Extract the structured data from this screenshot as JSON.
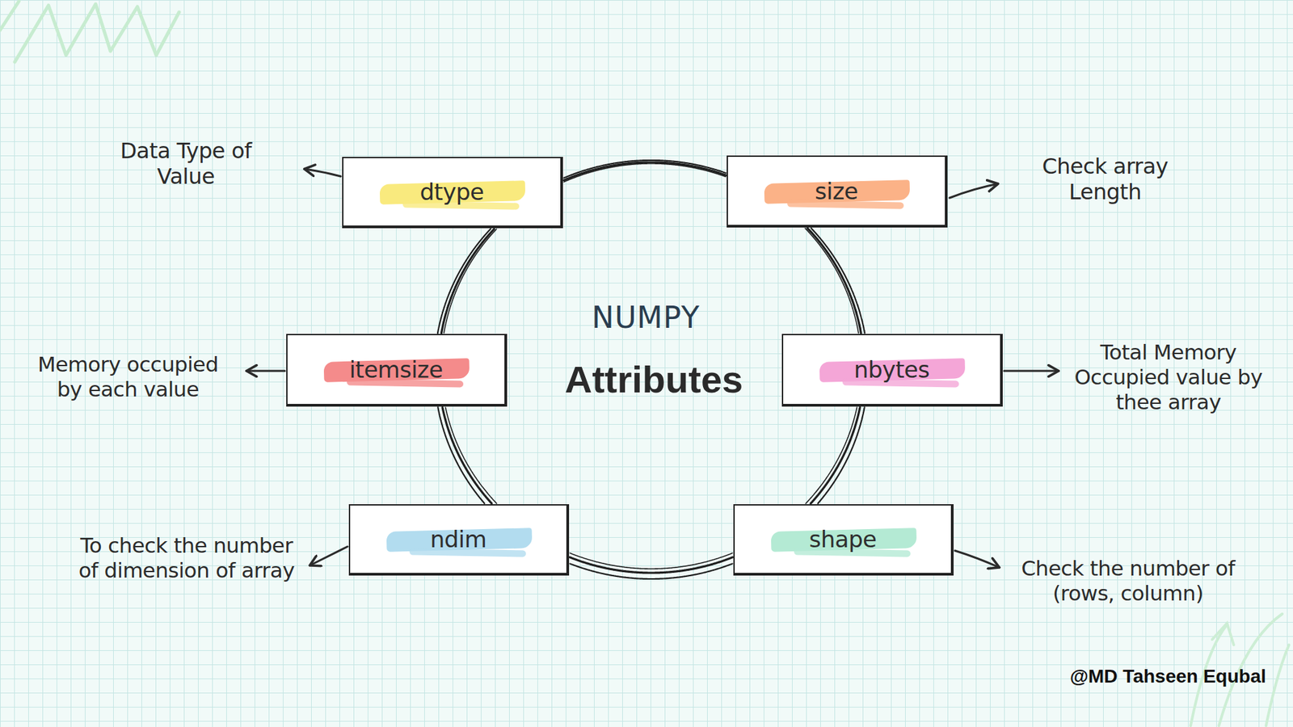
{
  "diagram": {
    "nodes": [
      {
        "text": [
          "dtype"
        ]
      },
      {
        "text": [
          "size"
        ]
      },
      {
        "text": [
          "itemsize"
        ]
      },
      {
        "text": [
          "nbytes"
        ]
      },
      {
        "text": [
          "ndim"
        ]
      },
      {
        "text": [
          "shape"
        ]
      }
    ],
    "edges": [
      {
        "from": 0,
        "to": 1,
        "arrow": "none"
      },
      {
        "from": 1,
        "to": 3,
        "arrow": "none"
      },
      {
        "from": 3,
        "to": 5,
        "arrow": "none"
      },
      {
        "from": 5,
        "to": 4,
        "arrow": "none"
      },
      {
        "from": 4,
        "to": 2,
        "arrow": "none"
      },
      {
        "from": 2,
        "to": 0,
        "arrow": "none"
      }
    ],
    "labels": [
      "NUMPY",
      "Attributes",
      "Data Type of Value",
      "Check array Length",
      "Memory occupied by each value",
      "Total Memory Occupied value by thee array",
      "To check the number of dimension of array",
      "Check the number of (rows, column)",
      "@MD Tahseen Equbal"
    ]
  }
}
